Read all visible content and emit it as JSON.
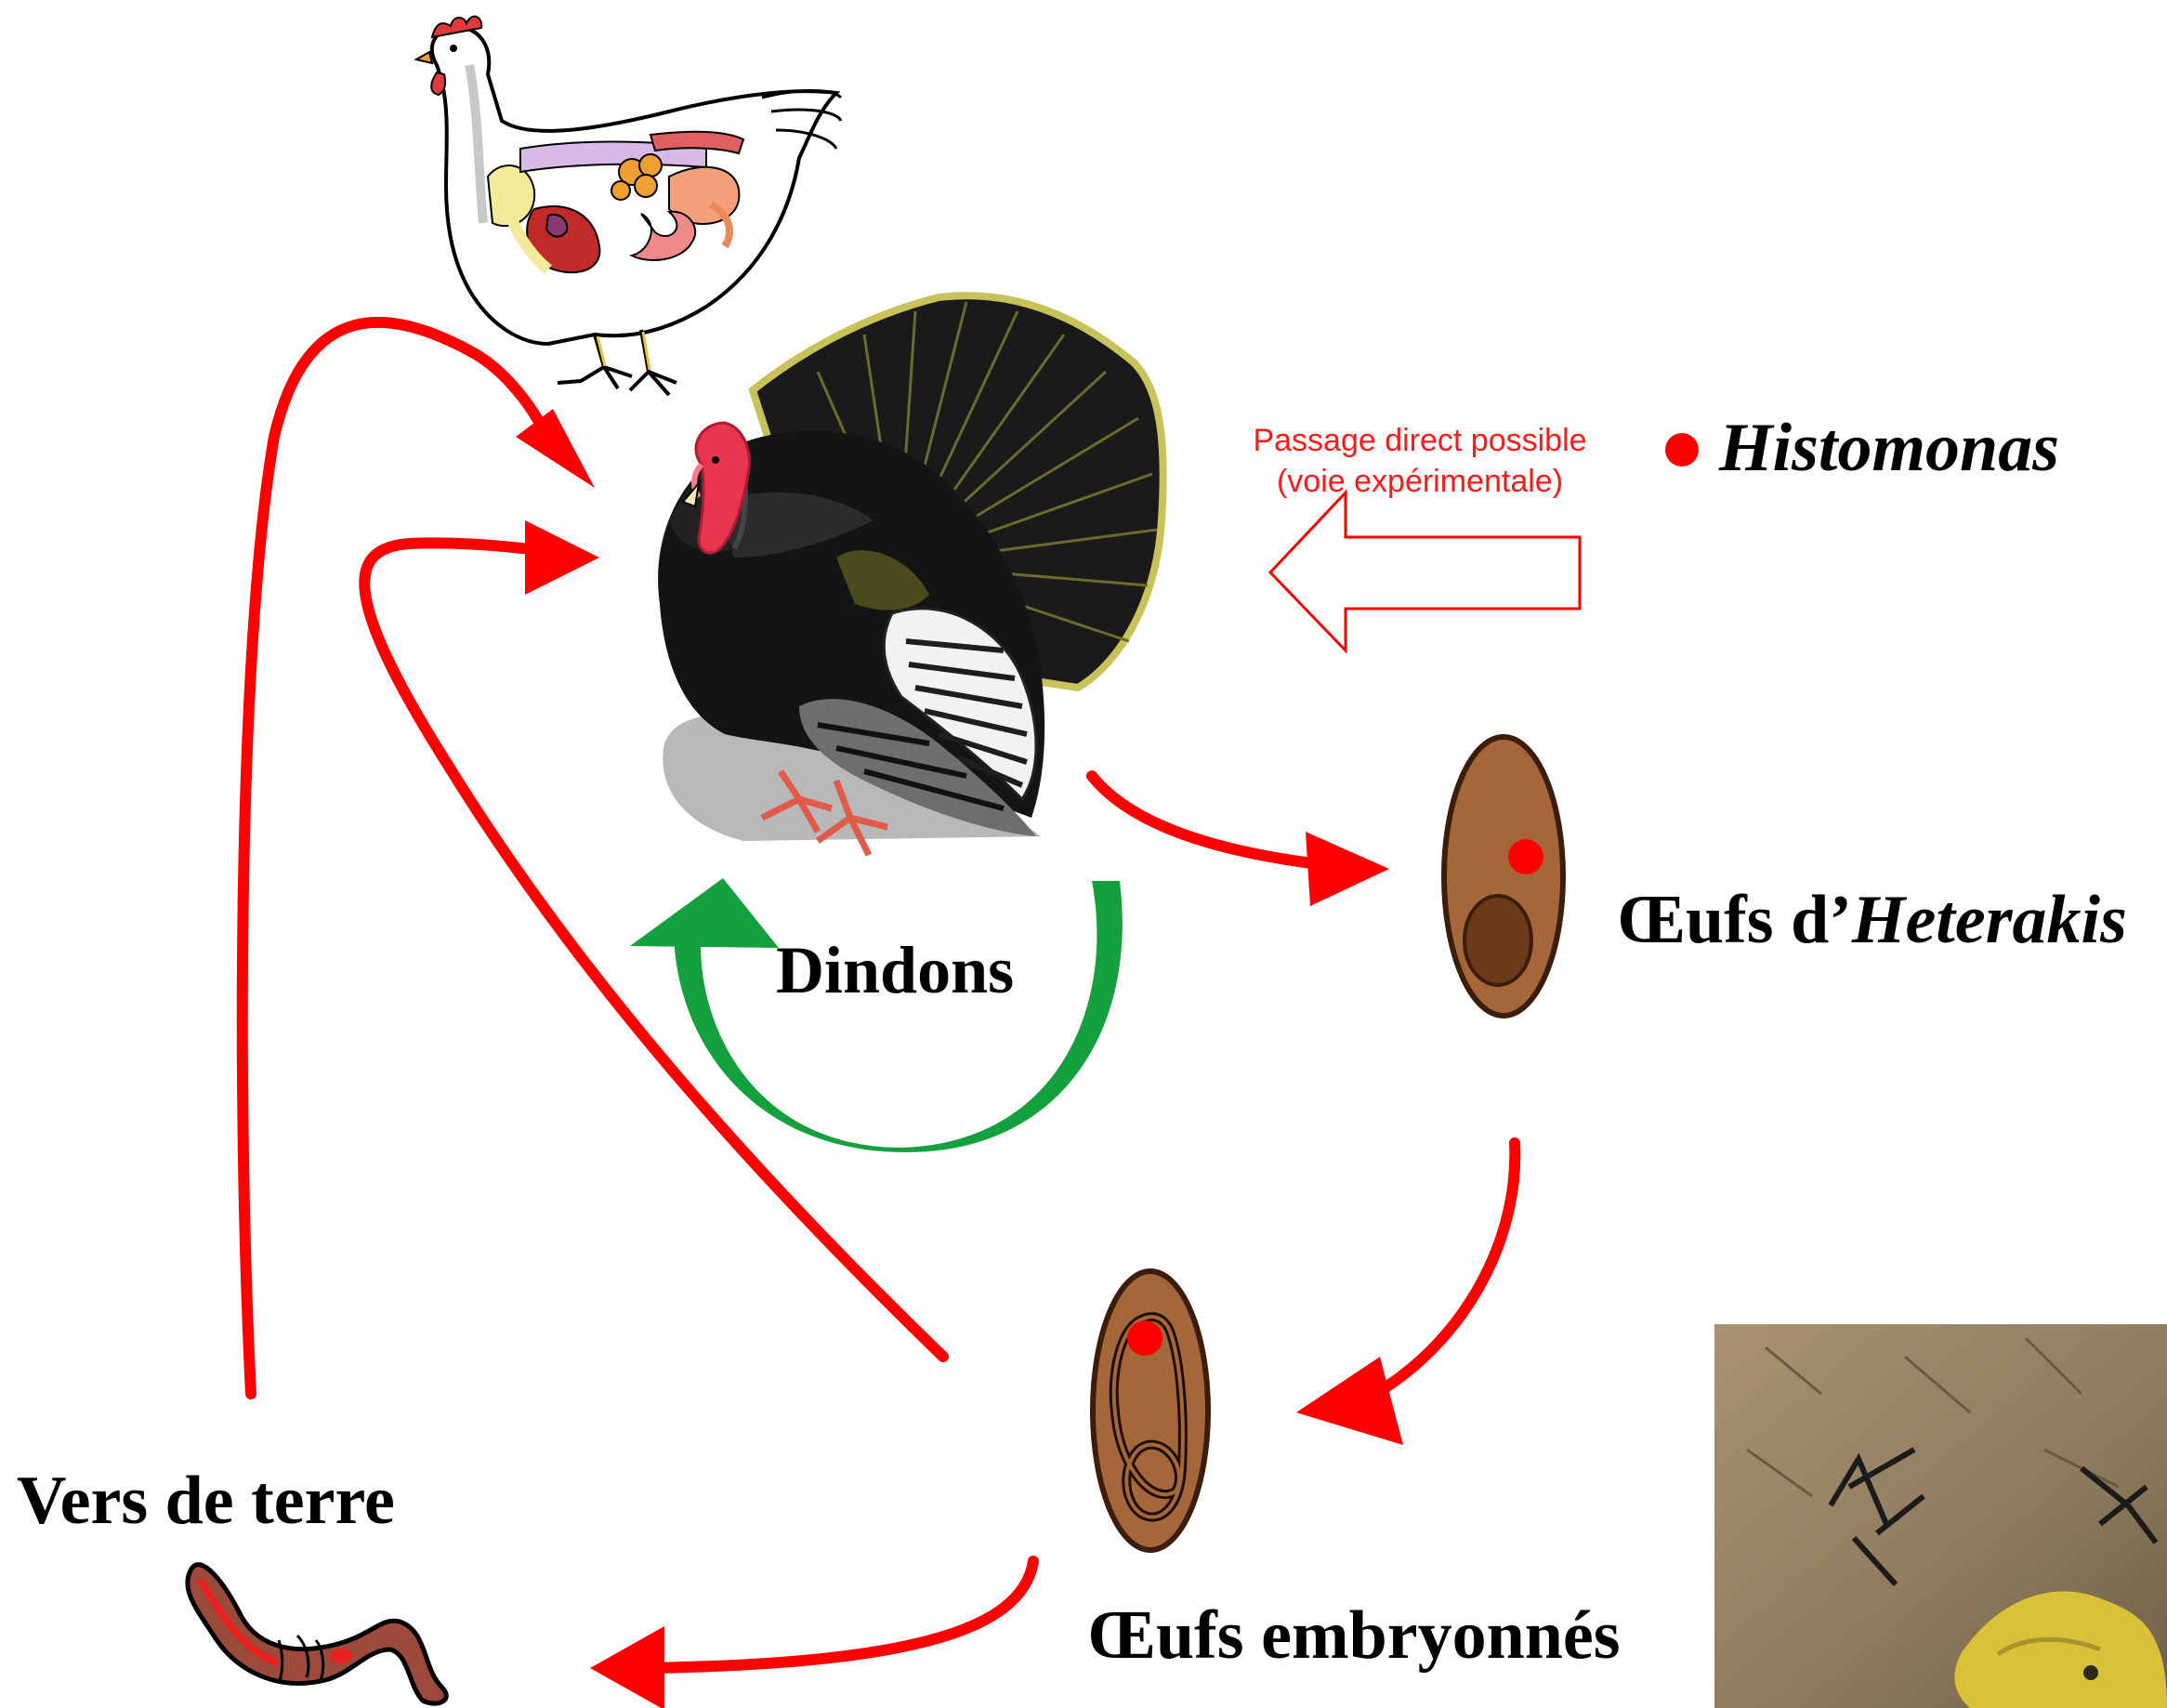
{
  "labels": {
    "dindons": "Dindons",
    "oeufs_prefix": "Œufs d’",
    "oeufs_genus": "Heterakis",
    "oeufs_embryonnes": "Œufs embryonnés",
    "vers_de_terre": "Vers de terre",
    "legend_histomonas": "Histomonas"
  },
  "note": {
    "line1": "Passage direct possible",
    "line2": "(voie expérimentale)"
  },
  "colors": {
    "cycle_arrow": "#ff0000",
    "return_arrow": "#14a03c",
    "histomonas_dot": "#ff0000",
    "egg_shell": "#a5673a",
    "egg_outline": "#3b1d0a",
    "worm": "#9b4a3c",
    "turkey_body": "#111111",
    "turkey_head": "#e8364f"
  },
  "icons": {
    "chicken": "chicken-anatomy-icon",
    "turkey": "turkey-icon",
    "heterakis_egg": "egg-icon",
    "embryonated_egg": "embryonated-egg-icon",
    "earthworm": "earthworm-icon",
    "soil_photo": "soil-photo"
  }
}
